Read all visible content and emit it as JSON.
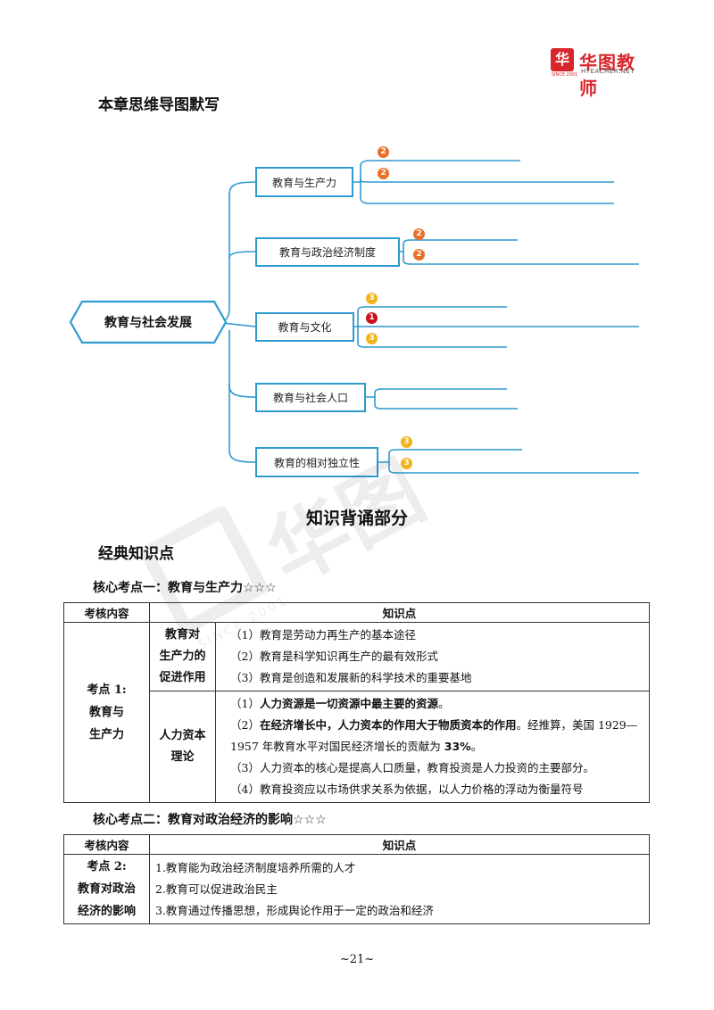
{
  "header": {
    "logo_mark": "华",
    "logo_name": "华图教师",
    "logo_sub": "HTEACHER.NET",
    "logo_since": "SINCE 2001",
    "brand_color": "#d9262b"
  },
  "mindmap": {
    "section_title": "本章思维导图默写",
    "root": "教育与社会发展",
    "line_color": "#2e9ad0",
    "badge_colors": {
      "1": "#c8121c",
      "2": "#e8702a",
      "3": "#f2b21c"
    },
    "branches": [
      {
        "label": "教育与生产力",
        "badges": [
          "2",
          "2"
        ]
      },
      {
        "label": "教育与政治经济制度",
        "badges": [
          "2",
          "2"
        ]
      },
      {
        "label": "教育与文化",
        "badges": [
          "3",
          "1",
          "3"
        ]
      },
      {
        "label": "教育与社会人口",
        "badges": []
      },
      {
        "label": "教育的相对独立性",
        "badges": [
          "3",
          "3"
        ]
      }
    ]
  },
  "knowledge": {
    "section_title": "知识背诵部分",
    "subsection_title": "经典知识点",
    "topic1": {
      "title": "核心考点一：教育与生产力",
      "stars": "☆☆☆",
      "col_headers": [
        "考核内容",
        "知识点"
      ],
      "category": [
        "考点 1:",
        "教育与",
        "生产力"
      ],
      "rows": [
        {
          "sub": [
            "教育对",
            "生产力的",
            "促进作用"
          ],
          "points": [
            "（1）教育是劳动力再生产的基本途径",
            "（2）教育是科学知识再生产的最有效形式",
            "（3）教育是创造和发展新的科学技术的重要基地"
          ]
        },
        {
          "sub": [
            "人力资本",
            "理论"
          ],
          "p1_prefix": "（1）",
          "p1_bold": "人力资源是一切资源中最主要的资源",
          "p1_end": "。",
          "p2_prefix": "（2）",
          "p2_bold": "在经济增长中，人力资本的作用大于物质资本的作用",
          "p2_mid": "。经推算，美国 1929—1957 年教育水平对国民经济增长的贡献为 ",
          "p2_bold2": "33%",
          "p2_end": "。",
          "p3": "（3）人力资本的核心是提高人口质量，教育投资是人力投资的主要部分。",
          "p4": "（4）教育投资应以市场供求关系为依据，以人力价格的浮动为衡量符号"
        }
      ]
    },
    "topic2": {
      "title": "核心考点二：教育对政治经济的影响",
      "stars": "☆☆☆",
      "col_headers": [
        "考核内容",
        "知识点"
      ],
      "category": [
        "考点 2:",
        "教育对政治",
        "经济的影响"
      ],
      "points": [
        "1.教育能为政治经济制度培养所需的人才",
        "2.教育可以促进政治民主",
        "3.教育通过传播思想，形成舆论作用于一定的政治和经济"
      ]
    }
  },
  "watermark": {
    "text": "华图",
    "since": "SINCE 2001"
  },
  "footer": {
    "page_number": "~21~"
  }
}
